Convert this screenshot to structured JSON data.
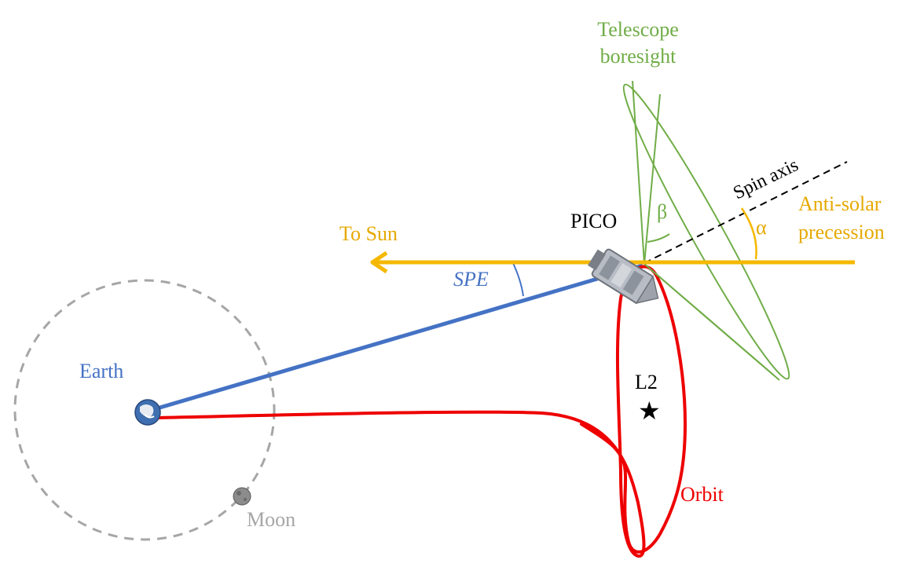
{
  "labels": {
    "telescope_line1": "Telescope",
    "telescope_line2": "boresight",
    "spin_axis": "Spin axis",
    "anti_solar_line1": "Anti-solar",
    "anti_solar_line2": "precession",
    "alpha": "α",
    "beta": "β",
    "pico": "PICO",
    "to_sun": "To Sun",
    "spe": "SPE",
    "earth": "Earth",
    "l2": "L2",
    "orbit": "Orbit",
    "moon": "Moon"
  },
  "colors": {
    "sun_line": "#f5b800",
    "earth_line": "#4472c4",
    "orbit": "#ee0000",
    "telescope": "#70ad47",
    "spin_axis": "#000000",
    "moon_orbit": "#a6a6a6",
    "moon_label": "#a6a6a6"
  },
  "icons": [
    "earth-icon",
    "moon-icon",
    "pico-spacecraft-icon",
    "l2-star-icon"
  ]
}
